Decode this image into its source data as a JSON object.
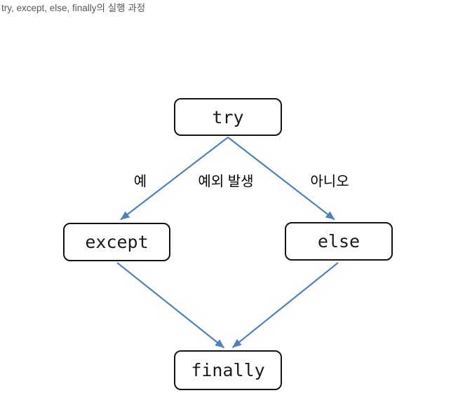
{
  "page": {
    "title": "try, except, else, finally의 실행 과정"
  },
  "diagram": {
    "type": "flowchart",
    "arrow_color": "#4f81bd",
    "node_border_color": "#141414",
    "node_fill_color": "#ffffff",
    "title_color": "#595959",
    "nodes": [
      {
        "id": "try",
        "label": "try"
      },
      {
        "id": "except",
        "label": "except"
      },
      {
        "id": "else",
        "label": "else"
      },
      {
        "id": "finally",
        "label": "finally"
      }
    ],
    "edges": [
      {
        "from": "try",
        "to": "except",
        "label": "예"
      },
      {
        "from": "try",
        "to": "else",
        "label": "아니오"
      },
      {
        "from": "except",
        "to": "finally",
        "label": ""
      },
      {
        "from": "else",
        "to": "finally",
        "label": ""
      }
    ],
    "condition_label": "예외 발생"
  }
}
